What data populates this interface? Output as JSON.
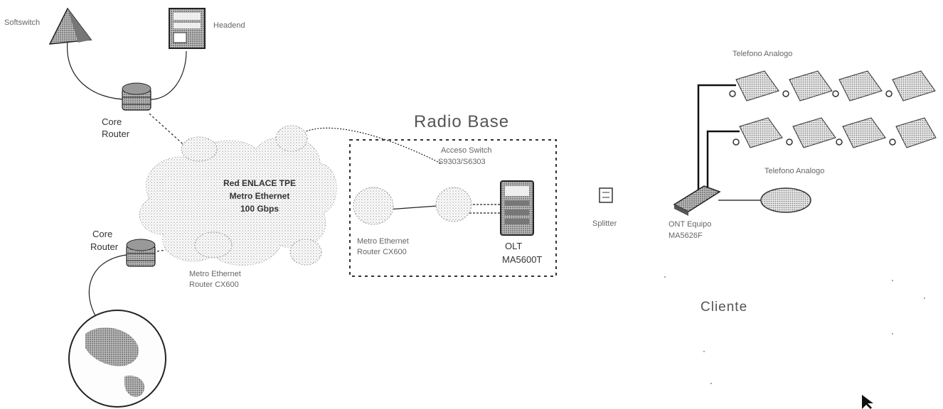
{
  "labels": {
    "softswitch": "Softswitch",
    "headend": "Headend",
    "core_router_top_1": "Core",
    "core_router_top_2": "Router",
    "core_router_bottom_1": "Core",
    "core_router_bottom_2": "Router",
    "red_enlace_1": "Red ENLACE TPE",
    "red_enlace_2": "Metro Ethernet",
    "red_enlace_3": "100 Gbps",
    "metro_router_1": "Metro Ethernet",
    "metro_router_2": "Router CX600",
    "radio_base": "Radio Base",
    "access_switch_1": "Acceso Switch",
    "access_switch_2": "S9303/S6303",
    "radio_metro_router_1": "Metro Ethernet",
    "radio_metro_router_2": "Router CX600",
    "olt_1": "OLT",
    "olt_2": "MA5600T",
    "splitter": "Splitter",
    "telefono_analogo_top": "Telefono Analogo",
    "telefono_analogo_bottom": "Telefono Analogo",
    "ont_1": "ONT Equipo",
    "ont_2": "MA5626F",
    "cliente": "Cliente"
  },
  "icons": {
    "softswitch": "softswitch-icon",
    "headend": "headend-icon",
    "core_router": "router-icon",
    "cloud": "cloud-icon",
    "olt": "olt-chassis-icon",
    "splitter": "splitter-icon",
    "phone": "analog-phone-icon",
    "ont": "ont-device-icon",
    "globe": "globe-icon"
  }
}
